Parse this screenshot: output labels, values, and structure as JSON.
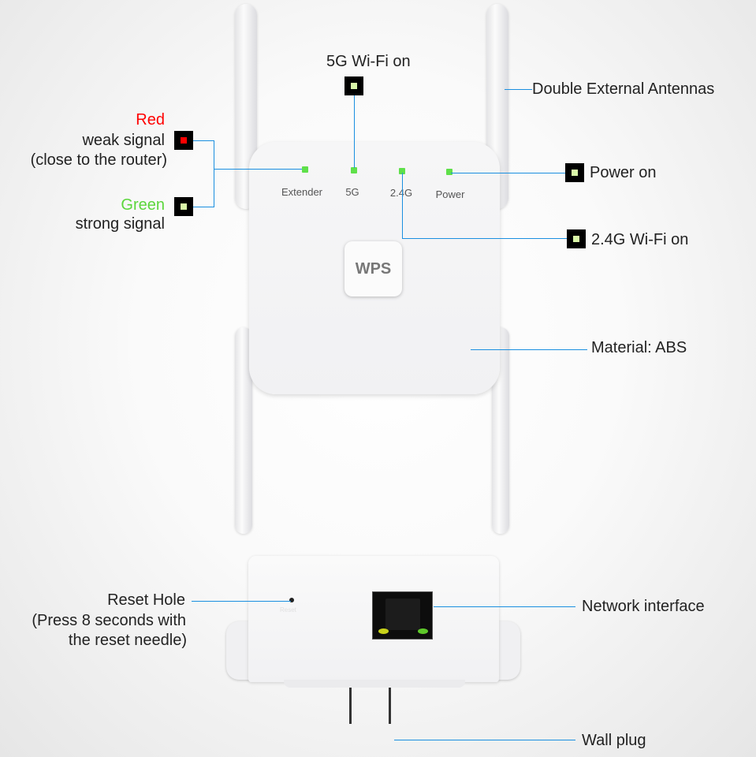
{
  "callouts": {
    "led_5g": "5G Wi-Fi on",
    "antennas": "Double External Antennas",
    "red_title": "Red",
    "red_line1": "weak signal",
    "red_line2": "(close to the router)",
    "green_title": "Green",
    "green_line1": "strong signal",
    "power": "Power on",
    "led_24g": "2.4G Wi-Fi on",
    "material": "Material: ABS",
    "reset_line1": "Reset Hole",
    "reset_line2": "(Press 8 seconds with",
    "reset_line3": "the reset needle)",
    "network": "Network interface",
    "plug": "Wall plug"
  },
  "device": {
    "led_labels": [
      "Extender",
      "5G",
      "2.4G",
      "Power"
    ],
    "wps_label": "WPS",
    "reset_label": "Reset"
  },
  "colors": {
    "leader_line": "#1a8fe0",
    "led_green": "#5fe04a",
    "red_text": "#ff0000",
    "green_text": "#5cd63c"
  }
}
